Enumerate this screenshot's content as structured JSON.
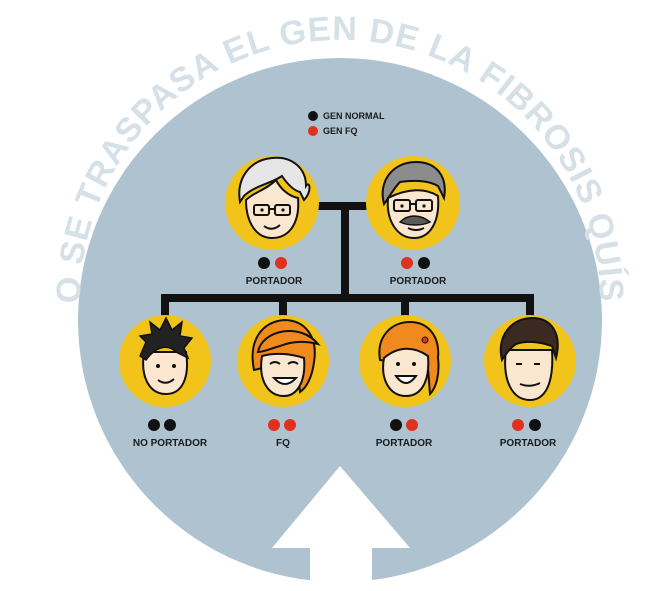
{
  "title": "¿CÓMO SE TRASPASA EL GEN DE LA FIBROSIS QUÍSTICA?",
  "colors": {
    "background_circle": "#aec3cf",
    "title_text": "#d6e0e7",
    "face_circle": "#f2c31a",
    "tree_line": "#111111",
    "normal_gene": "#111111",
    "fq_gene": "#e0301e",
    "arrow": "#ffffff"
  },
  "legend": [
    {
      "label": "GEN NORMAL",
      "color": "normal"
    },
    {
      "label": "GEN FQ",
      "color": "fq"
    }
  ],
  "parents": [
    {
      "name": "parent-grandmother",
      "genes": [
        "normal",
        "fq"
      ],
      "label": "PORTADOR"
    },
    {
      "name": "parent-grandfather",
      "genes": [
        "fq",
        "normal"
      ],
      "label": "PORTADOR"
    }
  ],
  "children": [
    {
      "name": "child-boy-spiky",
      "genes": [
        "normal",
        "normal"
      ],
      "label": "NO PORTADOR"
    },
    {
      "name": "child-girl-orange",
      "genes": [
        "fq",
        "fq"
      ],
      "label": "FQ"
    },
    {
      "name": "child-girl-pigtails",
      "genes": [
        "normal",
        "fq"
      ],
      "label": "PORTADOR"
    },
    {
      "name": "child-young-man",
      "genes": [
        "fq",
        "normal"
      ],
      "label": "PORTADOR"
    }
  ]
}
